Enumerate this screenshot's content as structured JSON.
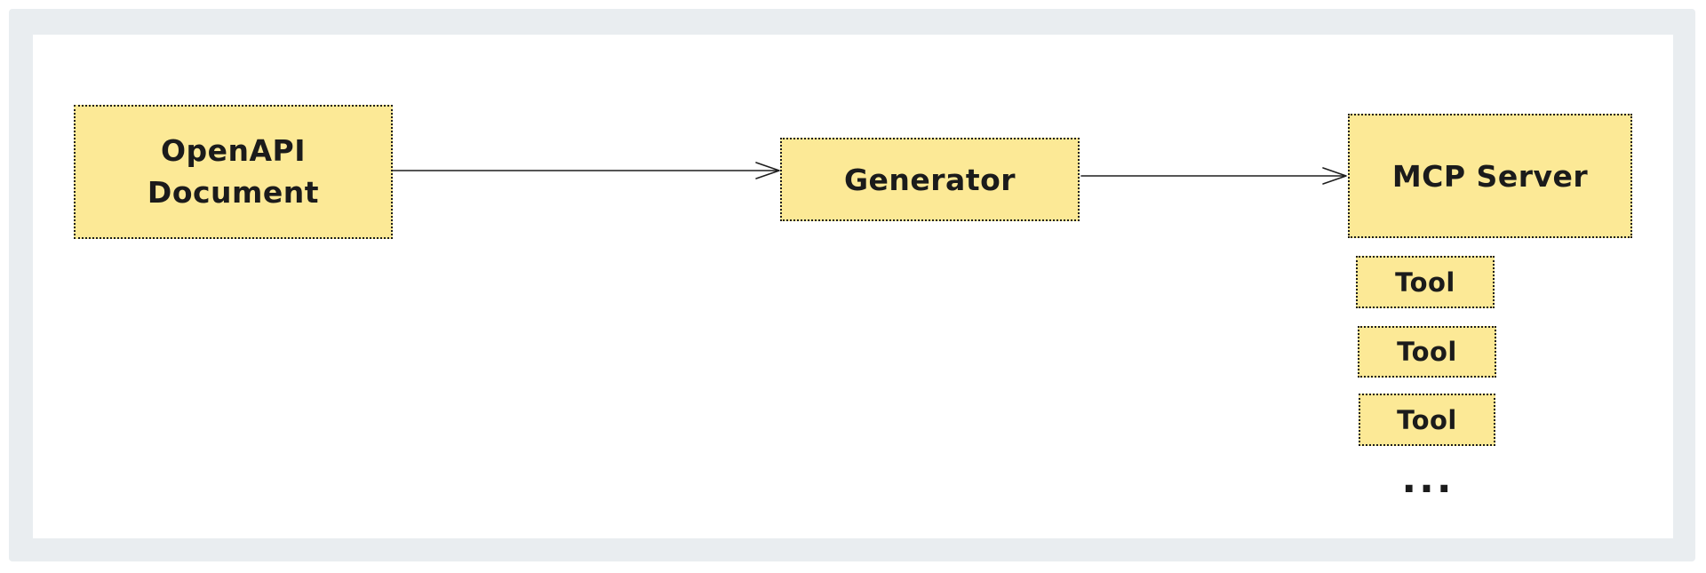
{
  "colors": {
    "frame_background": "#e9edf0",
    "canvas_background": "#ffffff",
    "node_fill": "#fce996",
    "node_border": "#1e1e1e",
    "arrow": "#1e1e1e",
    "text": "#1b1b1b"
  },
  "diagram": {
    "nodes": {
      "openapi": {
        "label": "OpenAPI\nDocument"
      },
      "generator": {
        "label": "Generator"
      },
      "mcp_server": {
        "label": "MCP Server"
      }
    },
    "tools": [
      {
        "label": "Tool"
      },
      {
        "label": "Tool"
      },
      {
        "label": "Tool"
      }
    ],
    "ellipsis": "...",
    "arrows": [
      {
        "from": "OpenAPI Document",
        "to": "Generator"
      },
      {
        "from": "Generator",
        "to": "MCP Server"
      }
    ]
  }
}
